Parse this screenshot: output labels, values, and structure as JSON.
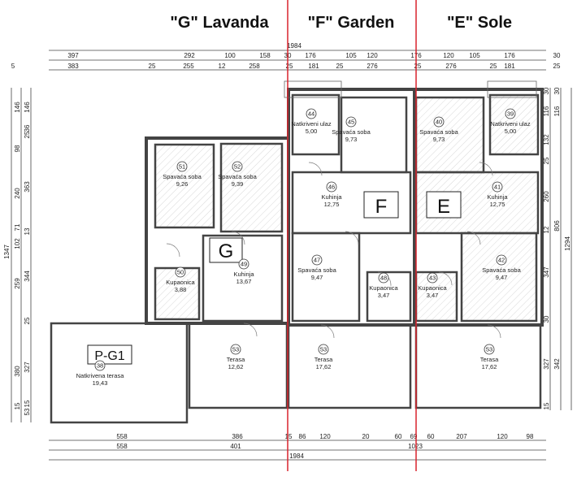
{
  "titles": [
    "\"G\" Lavanda",
    "\"F\" Garden",
    "\"E\" Sole"
  ],
  "colors": {
    "divider": "#d9232d",
    "wall": "#444444",
    "hatch": "#bbbbbb"
  },
  "dims": {
    "top_total": "1984",
    "top_row1": [
      "397",
      "292",
      "100",
      "158",
      "30",
      "176",
      "105",
      "120",
      "176",
      "120",
      "105",
      "176",
      "30"
    ],
    "top_row2": [
      "5",
      "383",
      "25",
      "255",
      "12",
      "258",
      "25",
      "181",
      "25",
      "276",
      "25",
      "276",
      "25",
      "181",
      "25"
    ],
    "bottom_row1": [
      "558",
      "386",
      "15",
      "86",
      "120",
      "20",
      "60",
      "69",
      "60",
      "207",
      "120",
      "98"
    ],
    "bottom_row2": [
      "558",
      "401",
      "1023"
    ],
    "bottom_total": "1984",
    "left_total": "1347",
    "left_row1": [
      "146",
      "98",
      "240",
      "71",
      "102",
      "259",
      "380",
      "15"
    ],
    "left_row2": [
      "146",
      "36",
      "25",
      "363",
      "13",
      "344",
      "25",
      "327",
      "15",
      "53"
    ],
    "right_row1": [
      "30",
      "116",
      "132",
      "25",
      "260",
      "12",
      "347",
      "30",
      "327",
      "15"
    ],
    "right_row2": [
      "30",
      "116",
      "806",
      "342"
    ],
    "right_total": "1294"
  },
  "units": [
    "G",
    "F",
    "E",
    "P-G1"
  ],
  "rooms": [
    {
      "no": "51",
      "name": "Spavaća soba",
      "area": "9,26"
    },
    {
      "no": "52",
      "name": "Spavaća soba",
      "area": "9,39"
    },
    {
      "no": "49",
      "name": "Kuhinja",
      "area": "13,67"
    },
    {
      "no": "50",
      "name": "Kupaonica",
      "area": "3,88"
    },
    {
      "no": "38",
      "name": "Natkrivena terasa",
      "area": "19,43"
    },
    {
      "no": "53",
      "name": "Terasa",
      "area": "12,62"
    },
    {
      "no": "44",
      "name": "Natkriveni ulaz",
      "area": "5,00"
    },
    {
      "no": "45",
      "name": "Spavaća soba",
      "area": "9,73"
    },
    {
      "no": "46",
      "name": "Kuhinja",
      "area": "12,75"
    },
    {
      "no": "47",
      "name": "Spavaća soba",
      "area": "9,47"
    },
    {
      "no": "48",
      "name": "Kupaonica",
      "area": "3,47"
    },
    {
      "no": "53",
      "name": "Terasa",
      "area": "17,62"
    },
    {
      "no": "40",
      "name": "Spavaća soba",
      "area": "9,73"
    },
    {
      "no": "39",
      "name": "Natkriveni ulaz",
      "area": "5,00"
    },
    {
      "no": "41",
      "name": "Kuhinja",
      "area": "12,75"
    },
    {
      "no": "42",
      "name": "Spavaća soba",
      "area": "9,47"
    },
    {
      "no": "43",
      "name": "Kupaonica",
      "area": "3,47"
    },
    {
      "no": "53",
      "name": "Terasa",
      "area": "17,62"
    }
  ]
}
